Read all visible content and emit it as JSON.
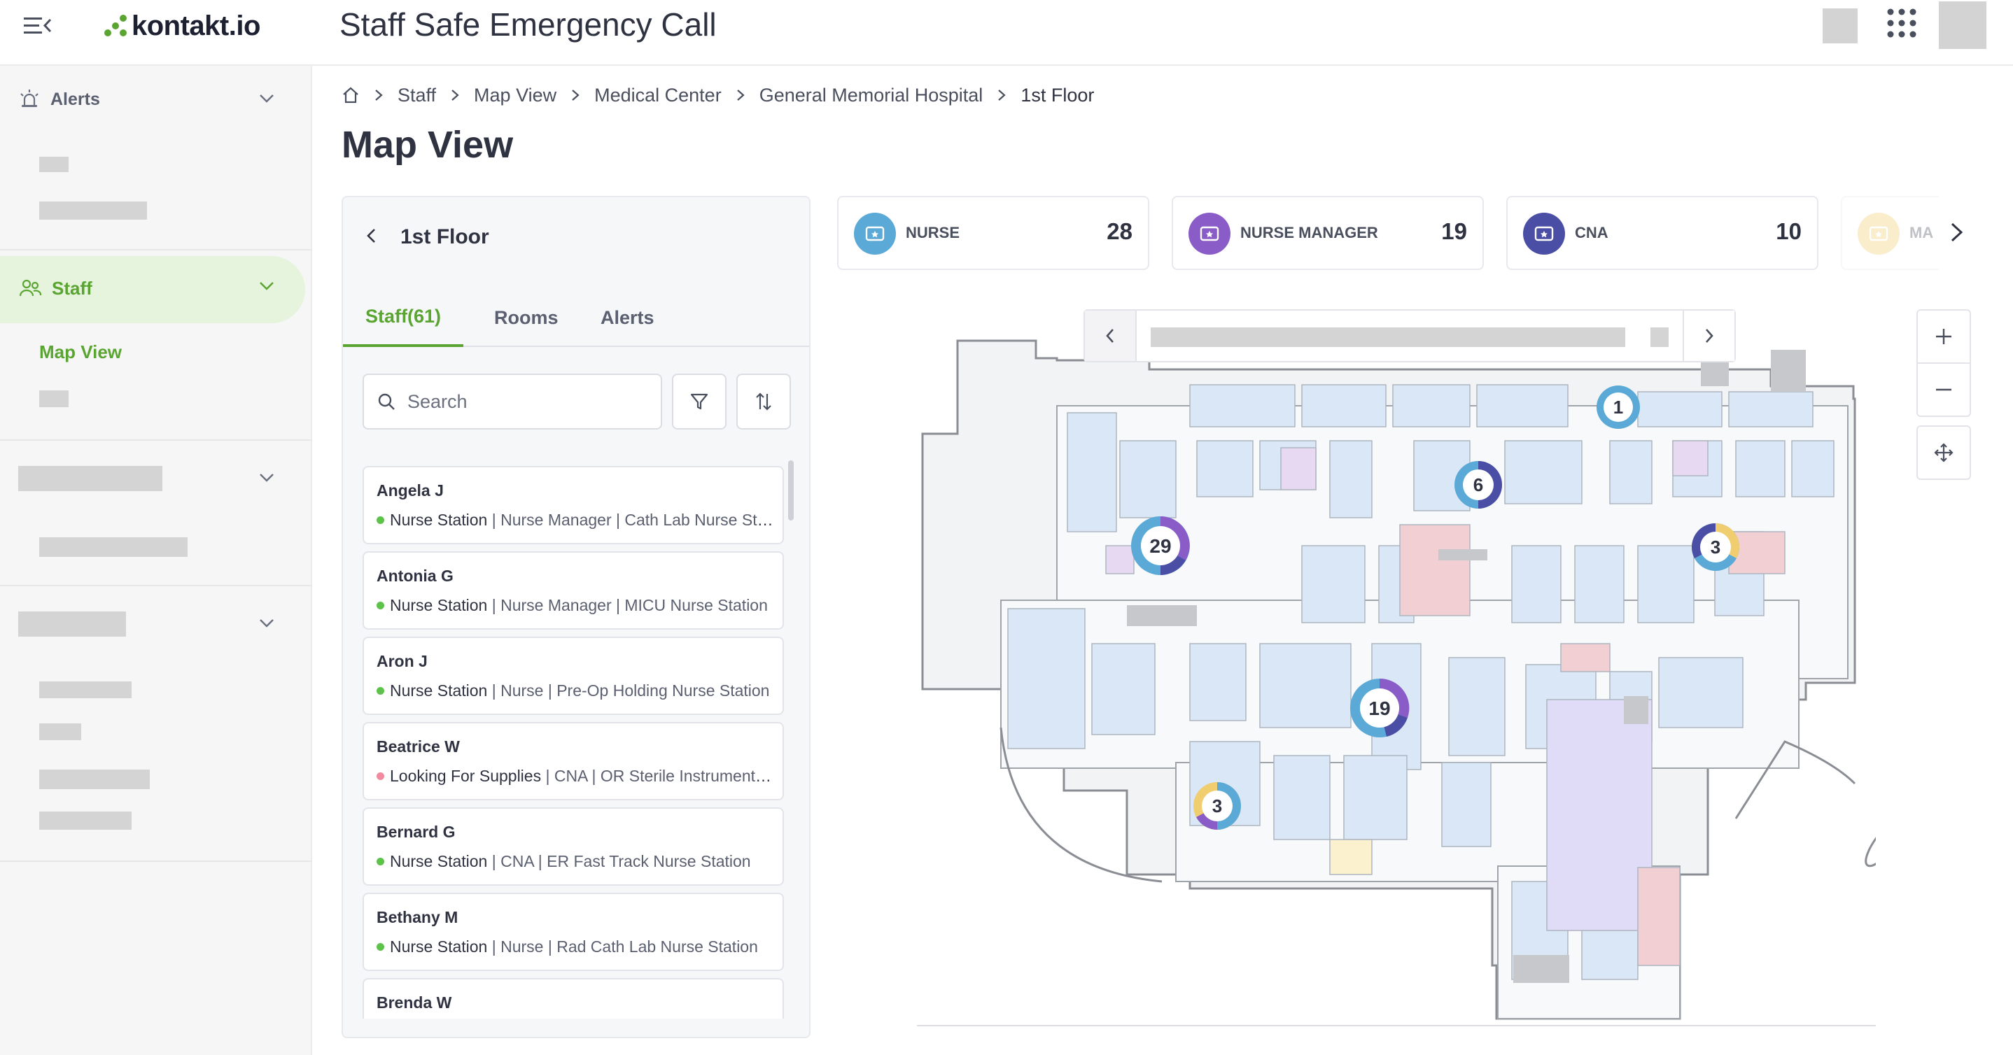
{
  "app": {
    "logo_text": "kontakt.io",
    "title": "Staff Safe Emergency Call",
    "brand_color": "#5aa531"
  },
  "sidebar": {
    "alerts_label": "Alerts",
    "staff_label": "Staff",
    "map_view_label": "Map View"
  },
  "breadcrumb": [
    "Staff",
    "Map View",
    "Medical Center",
    "General Memorial Hospital",
    "1st Floor"
  ],
  "page_title": "Map View",
  "panel": {
    "title": "1st Floor",
    "tabs": [
      "Staff(61)",
      "Rooms",
      "Alerts"
    ],
    "search_placeholder": "Search",
    "staff": [
      {
        "name": "Angela J",
        "status": "Nurse Station",
        "detail": " | Nurse Manager | Cath Lab Nurse Station",
        "status_color": "#5cc24a"
      },
      {
        "name": "Antonia G",
        "status": "Nurse Station",
        "detail": " | Nurse Manager | MICU Nurse Station",
        "status_color": "#5cc24a"
      },
      {
        "name": "Aron J",
        "status": "Nurse Station",
        "detail": " | Nurse | Pre-Op Holding Nurse Station",
        "status_color": "#5cc24a"
      },
      {
        "name": "Beatrice W",
        "status": "Looking For Supplies",
        "detail": " | CNA | OR Sterile Instrument Room",
        "status_color": "#f28aa0"
      },
      {
        "name": "Bernard G",
        "status": "Nurse Station",
        "detail": " | CNA | ER Fast Track Nurse Station",
        "status_color": "#5cc24a"
      },
      {
        "name": "Bethany M",
        "status": "Nurse Station",
        "detail": " | Nurse | Rad Cath Lab Nurse Station",
        "status_color": "#5cc24a"
      },
      {
        "name": "Brenda W",
        "status": "",
        "detail": "",
        "status_color": "#5cc24a"
      }
    ]
  },
  "roles": [
    {
      "label": "NURSE",
      "count": "28",
      "color": "#5aa9d6"
    },
    {
      "label": "NURSE MANAGER",
      "count": "19",
      "color": "#8a5cc8"
    },
    {
      "label": "CNA",
      "count": "10",
      "color": "#4a4ea4"
    },
    {
      "label": "MA",
      "count": "",
      "color": "#f0cd6e"
    }
  ],
  "map": {
    "clusters": [
      {
        "label": "1"
      },
      {
        "label": "6"
      },
      {
        "label": "29"
      },
      {
        "label": "3"
      },
      {
        "label": "19"
      },
      {
        "label": "3"
      }
    ],
    "controls": [
      "zoom-in",
      "zoom-out",
      "recenter"
    ]
  }
}
